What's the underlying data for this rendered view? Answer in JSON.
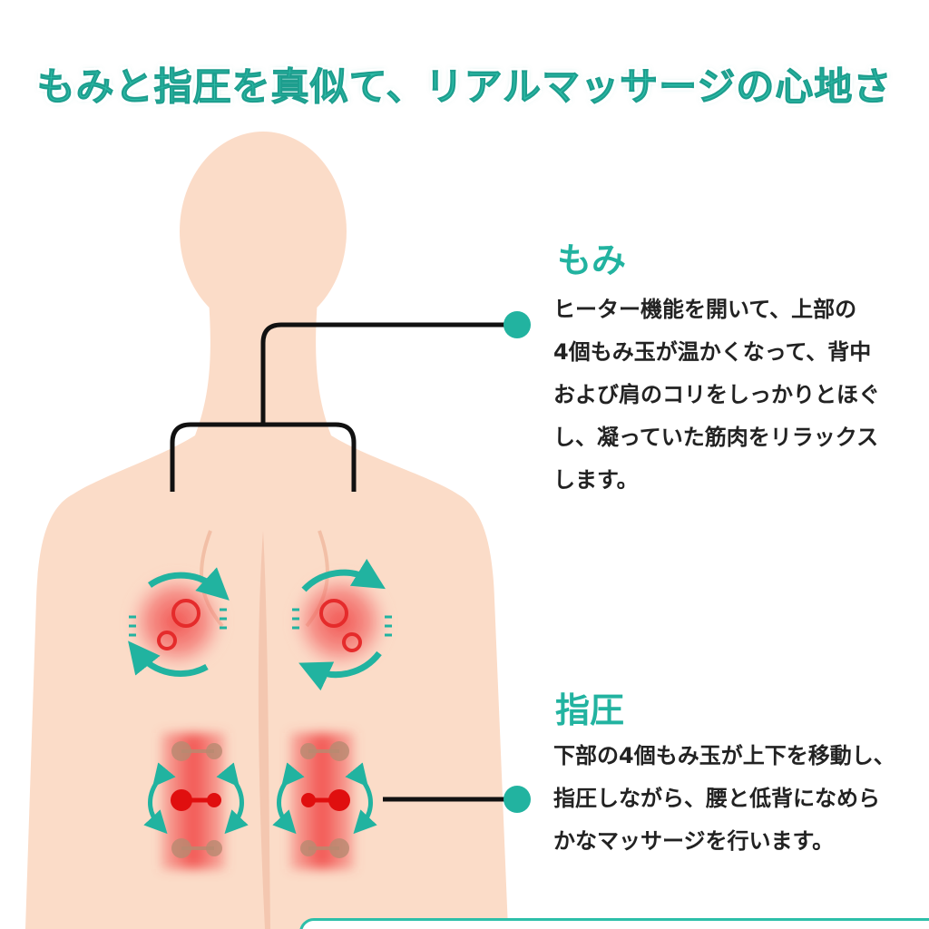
{
  "headline": "もみと指圧を真似て、リアルマッサージの心地さ",
  "sections": {
    "kneading": {
      "title": "もみ",
      "lines": [
        "ヒーター機能を開いて、上部の",
        "4個もみ玉が温かくなって、背中",
        "および肩のコリをしっかりとほぐ",
        "し、凝っていた筋肉をリラックス",
        "します。"
      ]
    },
    "shiatsu": {
      "title": "指圧",
      "lines": [
        "下部の4個もみ玉が上下を移動し、",
        "指圧しながら、腰と低背になめら",
        "かなマッサージを行います。"
      ]
    }
  },
  "colors": {
    "accent": "#2dbfa9",
    "skin": "#fbdcc8",
    "massage_red": "#f03a3a",
    "connector": "#111111"
  }
}
